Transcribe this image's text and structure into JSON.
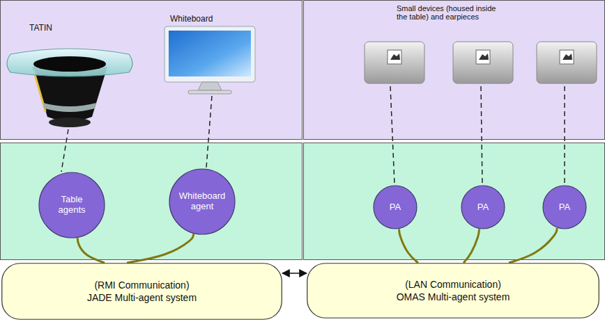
{
  "diagram": {
    "nodes": [
      {
        "text": [
          "TATIN",
          "Whiteboard"
        ]
      },
      {
        "text": [
          "Small devices (housed inside the table) and earpieces"
        ]
      },
      {
        "text": [
          "Table agents"
        ]
      },
      {
        "text": [
          "Whiteboard agent"
        ]
      },
      {
        "text": [
          "PA"
        ]
      },
      {
        "text": [
          "PA"
        ]
      },
      {
        "text": [
          "PA"
        ]
      },
      {
        "text": [
          "(RMI Communication) JADE Multi-agent system"
        ]
      },
      {
        "text": [
          "(LAN Communication) OMAS Multi-agent system"
        ]
      }
    ],
    "edges": [
      {
        "from": 2,
        "to": 7,
        "arrow": "none"
      },
      {
        "from": 3,
        "to": 7,
        "arrow": "none"
      },
      {
        "from": 4,
        "to": 8,
        "arrow": "none"
      },
      {
        "from": 5,
        "to": 8,
        "arrow": "none"
      },
      {
        "from": 6,
        "to": 8,
        "arrow": "none"
      },
      {
        "from": 7,
        "to": 8,
        "arrow": "both"
      }
    ]
  }
}
